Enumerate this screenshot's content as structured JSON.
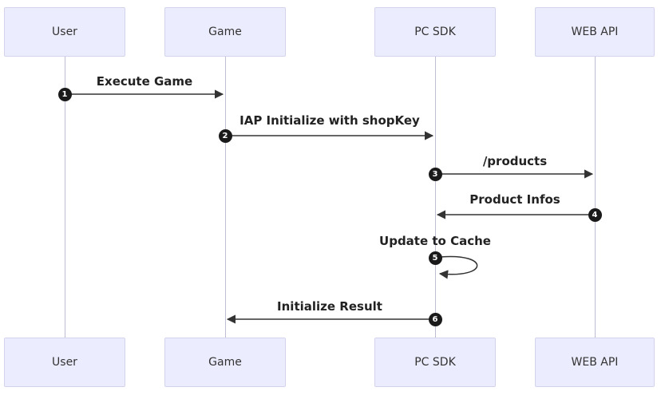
{
  "diagram": {
    "type": "sequence-diagram",
    "actors": [
      "User",
      "Game",
      "PC SDK",
      "WEB API"
    ],
    "messages": [
      {
        "seq": "1",
        "from": "User",
        "to": "Game",
        "label": "Execute Game"
      },
      {
        "seq": "2",
        "from": "Game",
        "to": "PC SDK",
        "label": "IAP Initialize with shopKey"
      },
      {
        "seq": "3",
        "from": "PC SDK",
        "to": "WEB API",
        "label": "/products"
      },
      {
        "seq": "4",
        "from": "WEB API",
        "to": "PC SDK",
        "label": "Product Infos"
      },
      {
        "seq": "5",
        "from": "PC SDK",
        "to": "PC SDK",
        "label": "Update to Cache"
      },
      {
        "seq": "6",
        "from": "PC SDK",
        "to": "Game",
        "label": "Initialize Result"
      }
    ],
    "colors": {
      "actor_fill": "#ECECFF",
      "actor_border": "#D3D3EE",
      "lifeline": "#BFBFD4",
      "arrow": "#333333",
      "badge_fill": "#1A1A1A",
      "badge_text": "#FFFFFF",
      "label_text": "#222222"
    }
  }
}
